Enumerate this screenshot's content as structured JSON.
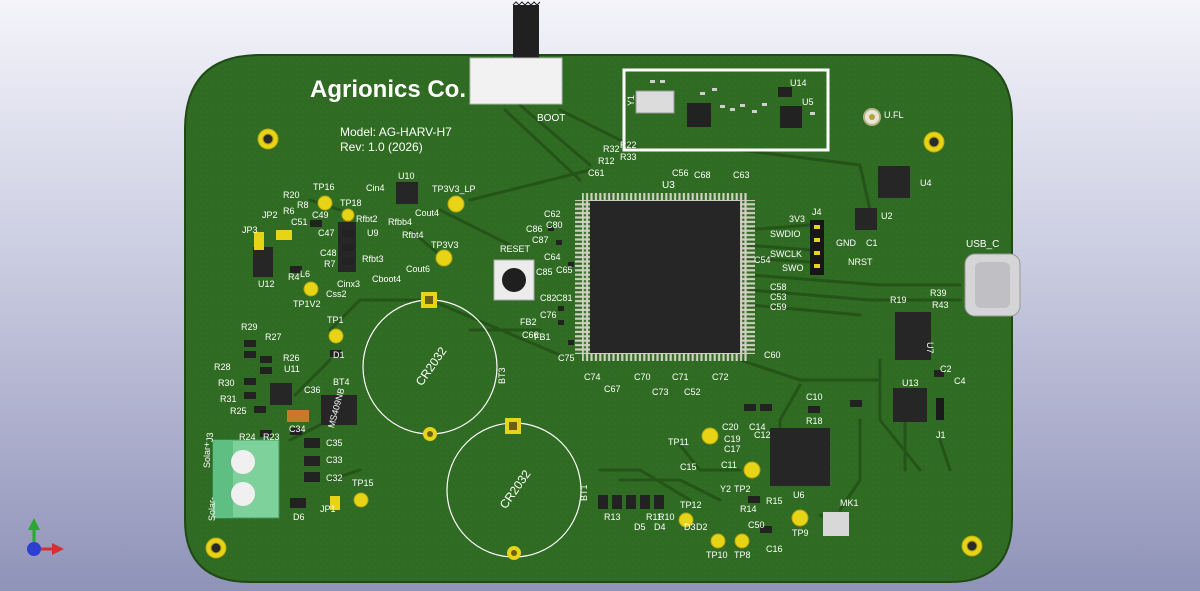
{
  "board": {
    "company": "Agrionics Co.",
    "model": "Model: AG-HARV-H7",
    "revision": "Rev: 1.0 (2026)",
    "colors": {
      "soldermask": "#2f6b22",
      "copper": "#27591b",
      "silkscreen": "#ffffff",
      "pad": "#e7d417",
      "background": "#c9cbe0"
    }
  },
  "components": {
    "boot": "BOOT",
    "reset": "RESET",
    "usb": "USB_C",
    "ufl": "U.FL",
    "bt_top": "CR2032",
    "bt_bottom": "CR2032",
    "bt3": "BT3",
    "bt1": "BT1",
    "bt4": "BT4",
    "bt4_part": "MS409NB",
    "solar_plus": "Solar+",
    "solar_minus": "Solar-",
    "j3": "J3",
    "swd_3v3": "3V3",
    "swd_swdio": "SWDIO",
    "swd_swclk": "SWCLK",
    "swd_swo": "SWO",
    "swd_gnd": "GND",
    "swd_nrst": "NRST",
    "j4": "J4",
    "u14": "U14",
    "u5": "U5",
    "u10": "U10",
    "u9": "U9",
    "u12": "U12",
    "u11": "U11",
    "u3": "U3",
    "u2": "U2",
    "u4": "U4",
    "u7": "U7",
    "u13": "U13",
    "u6": "U6",
    "mk1": "MK1",
    "j1": "J1",
    "y1": "Y1",
    "y2": "Y2"
  },
  "silk_refs": [
    "TP16",
    "TP18",
    "Cin4",
    "Cout4",
    "TP3V3_LP",
    "R20",
    "R6",
    "R8",
    "C51",
    "JP2",
    "JP3",
    "C49",
    "Rfbt2",
    "Rfbb4",
    "C47",
    "C48",
    "U9",
    "Rfbt4",
    "TP3V3",
    "R4",
    "L6",
    "R7",
    "Cinx3",
    "Rfbt3",
    "Cboot4",
    "Cout6",
    "Css2",
    "TP1V2",
    "TP1",
    "R29",
    "R27",
    "R28",
    "R26",
    "R30",
    "R31",
    "R25",
    "D1",
    "C36",
    "C34",
    "R24",
    "R23",
    "C35",
    "C33",
    "C32",
    "TP15",
    "D6",
    "JP1",
    "C61",
    "R12",
    "R32",
    "R33",
    "R22",
    "C56",
    "C68",
    "C63",
    "C62",
    "C86",
    "C87",
    "C80",
    "C64",
    "C54",
    "C85",
    "C65",
    "C82",
    "C81",
    "C76",
    "C66",
    "FB2",
    "FB1",
    "C75",
    "C74",
    "C67",
    "C70",
    "C73",
    "C71",
    "C52",
    "C72",
    "C58",
    "C53",
    "C59",
    "C60",
    "C1",
    "R19",
    "R39",
    "R43",
    "C2",
    "C4",
    "C10",
    "R18",
    "C20",
    "TP11",
    "C14",
    "C12",
    "C19",
    "C17",
    "C11",
    "C15",
    "TP2",
    "R13",
    "R11",
    "R10",
    "R14",
    "R15",
    "TP12",
    "D5",
    "D4",
    "D3",
    "D2",
    "TP10",
    "TP8",
    "C50",
    "C16",
    "TP9"
  ]
}
